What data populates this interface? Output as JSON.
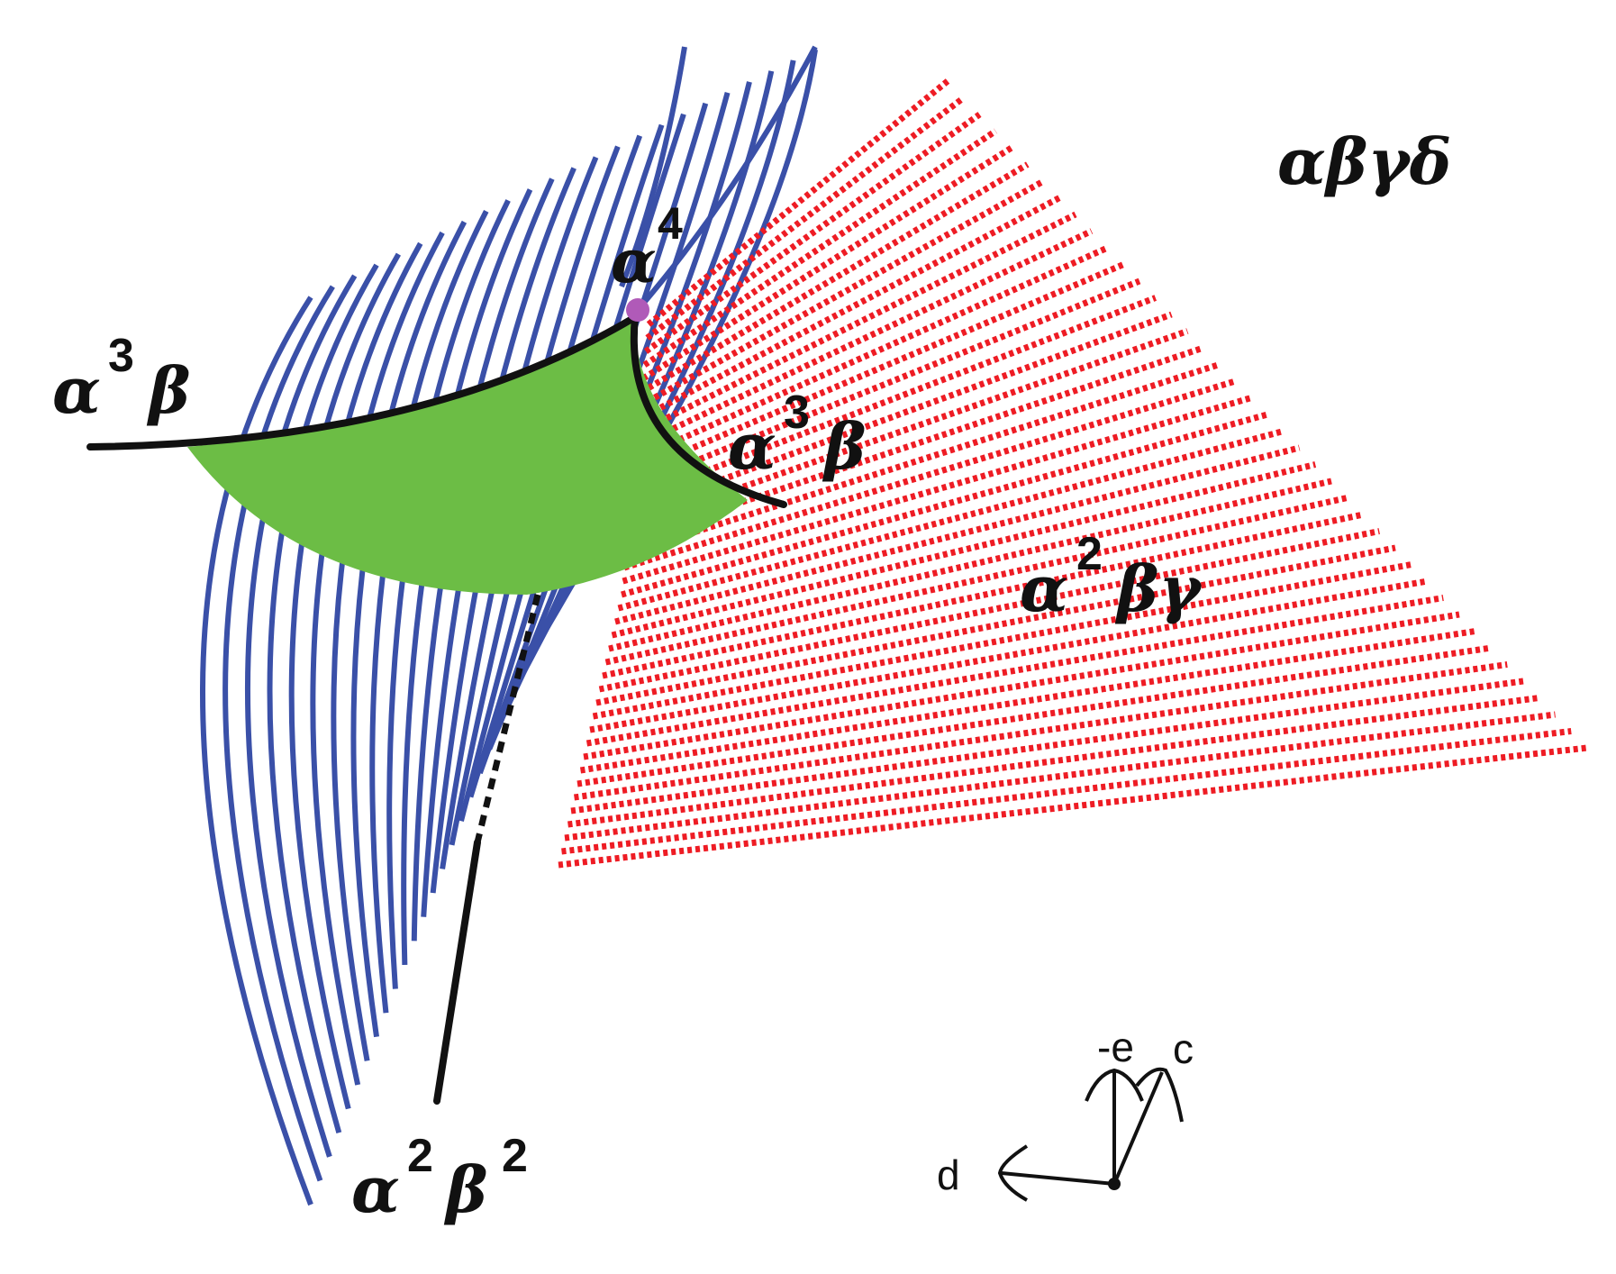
{
  "labels": {
    "top_right": "αβγδ",
    "top_cusp": {
      "base": "α",
      "exp": "4"
    },
    "left_curve": {
      "base": "α",
      "exp": "3",
      "tail": "β"
    },
    "right_curve": {
      "base": "α",
      "exp": "3",
      "tail": "β"
    },
    "red_region": {
      "base": "α",
      "exp": "2",
      "tail": "βγ"
    },
    "bottom_line": {
      "base1": "α",
      "exp1": "2",
      "base2": "β",
      "exp2": "2"
    }
  },
  "axes": {
    "e_label": "-e",
    "c_label": "c",
    "d_label": "d"
  },
  "colors": {
    "blue": "#3a50a8",
    "red": "#ee1c24",
    "green": "#6cbd45",
    "black": "#111111",
    "cusp_dot": "#b05ab8"
  }
}
